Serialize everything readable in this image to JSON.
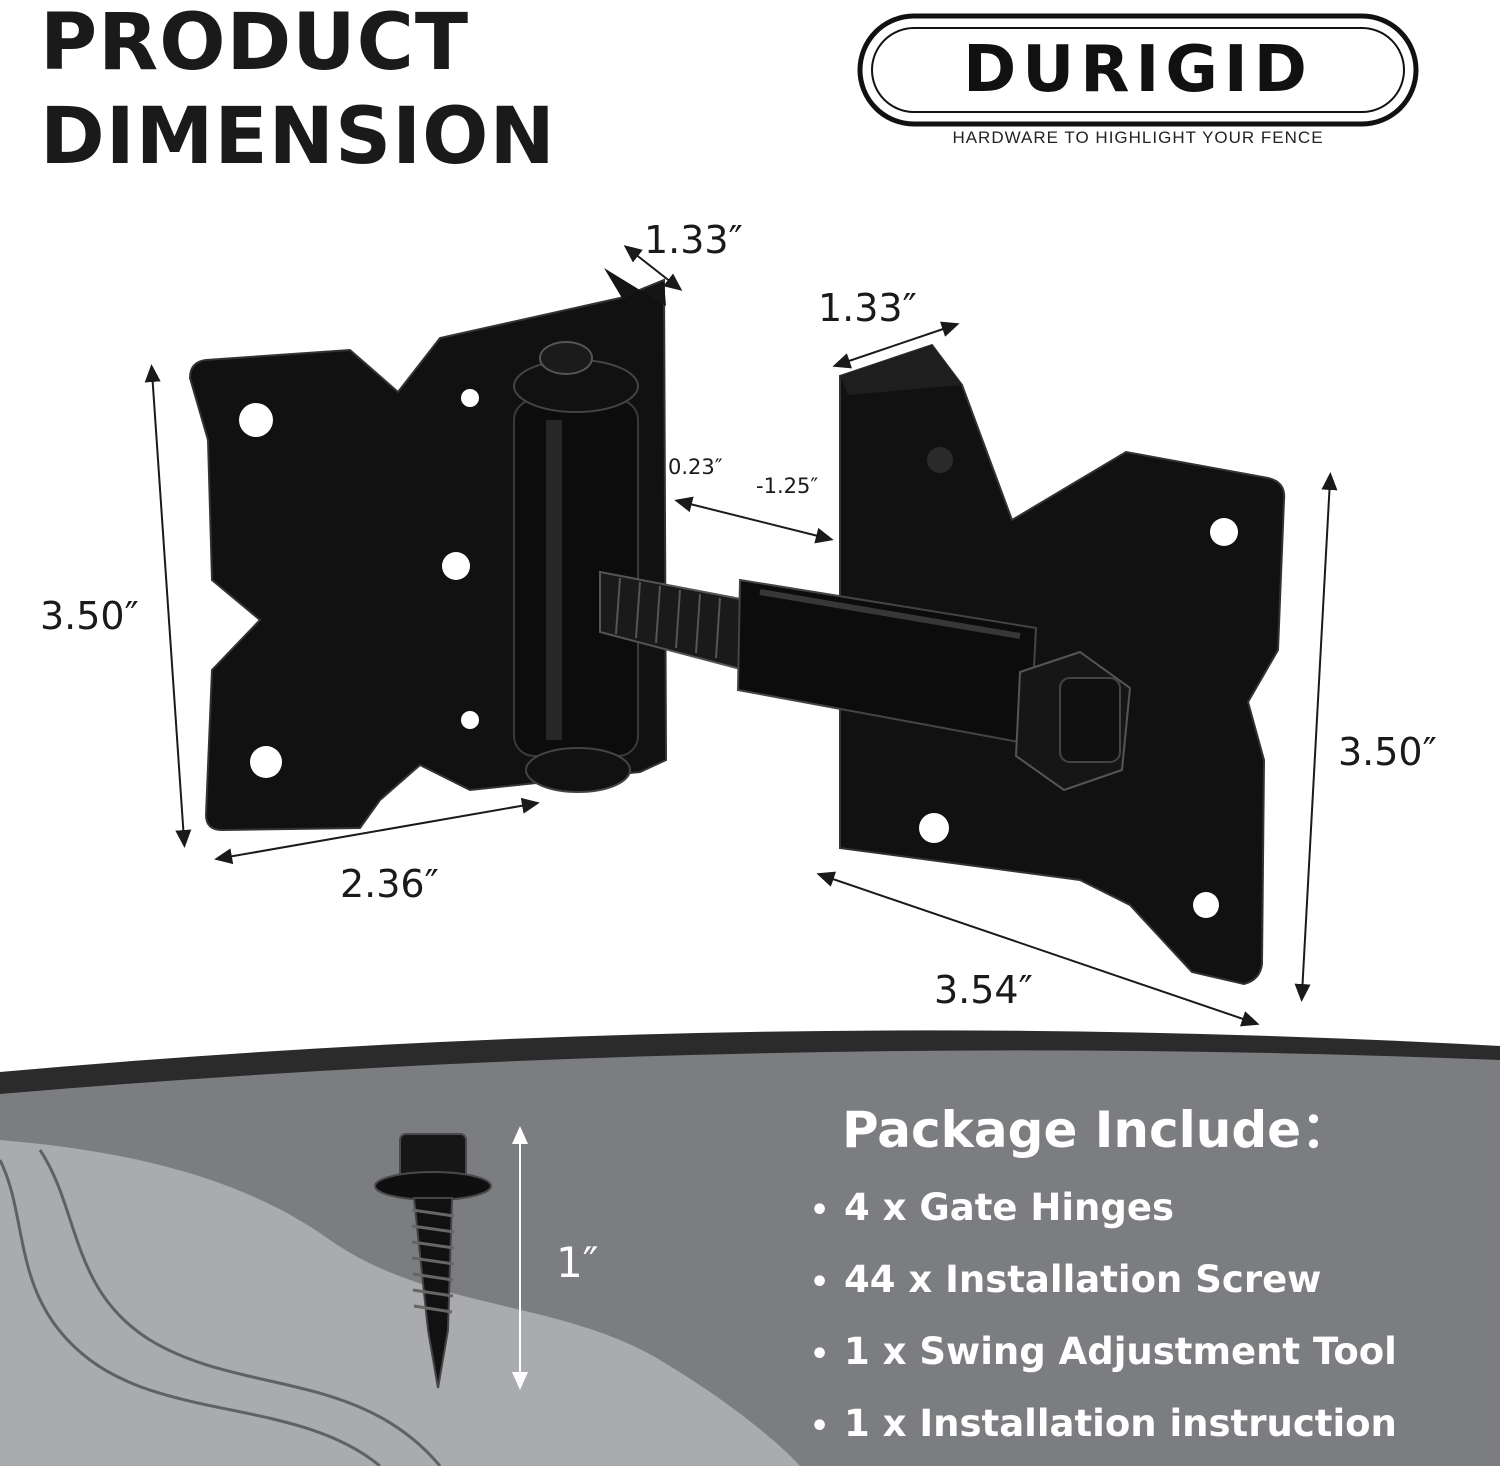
{
  "title": {
    "line1": "PRODUCT",
    "line2": "DIMENSION"
  },
  "brand": {
    "name": "DURIGID",
    "tagline": "HARDWARE TO HIGHLIGHT YOUR FENCE"
  },
  "dimensions": {
    "left_depth": "1.33″",
    "right_depth": "1.33″",
    "left_height": "3.50″",
    "left_width": "2.36″",
    "gap_range_min": "0.23″",
    "gap_range_max": "-1.25″",
    "right_height": "3.50″",
    "right_width": "3.54″",
    "screw_length": "1″"
  },
  "package": {
    "title": "Package Include：",
    "items": [
      "4 x Gate Hinges",
      "44 x Installation Screw",
      "1 x Swing Adjustment Tool",
      "1 x Installation instruction"
    ]
  },
  "colors": {
    "hardware": "#111111",
    "panel": "#7b7d80",
    "panel_dark": "#2b2b2b",
    "wave": "#a9abae"
  }
}
